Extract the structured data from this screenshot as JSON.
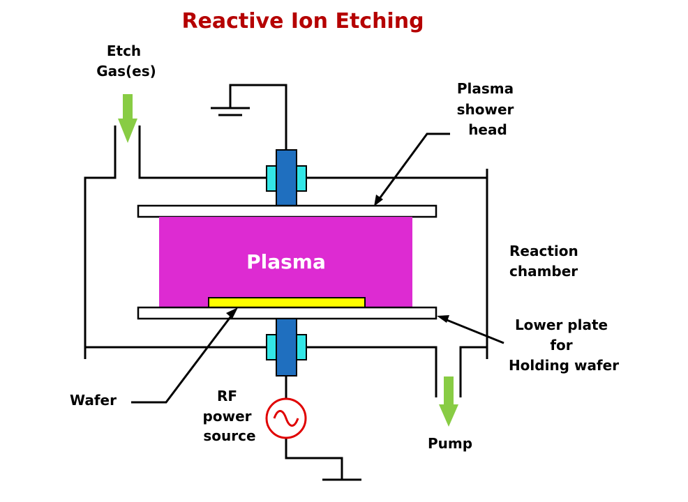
{
  "title": "Reactive Ion Etching",
  "labels": {
    "etch_gas": [
      "Etch",
      "Gas(es)"
    ],
    "shower_head": [
      "Plasma",
      "shower",
      "head"
    ],
    "reaction_chamber": [
      "Reaction",
      "chamber"
    ],
    "lower_plate": [
      "Lower plate",
      "for",
      "Holding wafer"
    ],
    "wafer": "Wafer",
    "rf_source": [
      "RF",
      "power",
      "source"
    ],
    "pump": "Pump",
    "plasma": "Plasma"
  },
  "colors": {
    "title": "#b50000",
    "plasma": "#dd2bd2",
    "wafer": "#ffff00",
    "electrode": "#1f6fbf",
    "insulator": "#33e6e6",
    "arrow": "#88cc44",
    "rf_symbol": "#e00000",
    "line": "#000000"
  }
}
